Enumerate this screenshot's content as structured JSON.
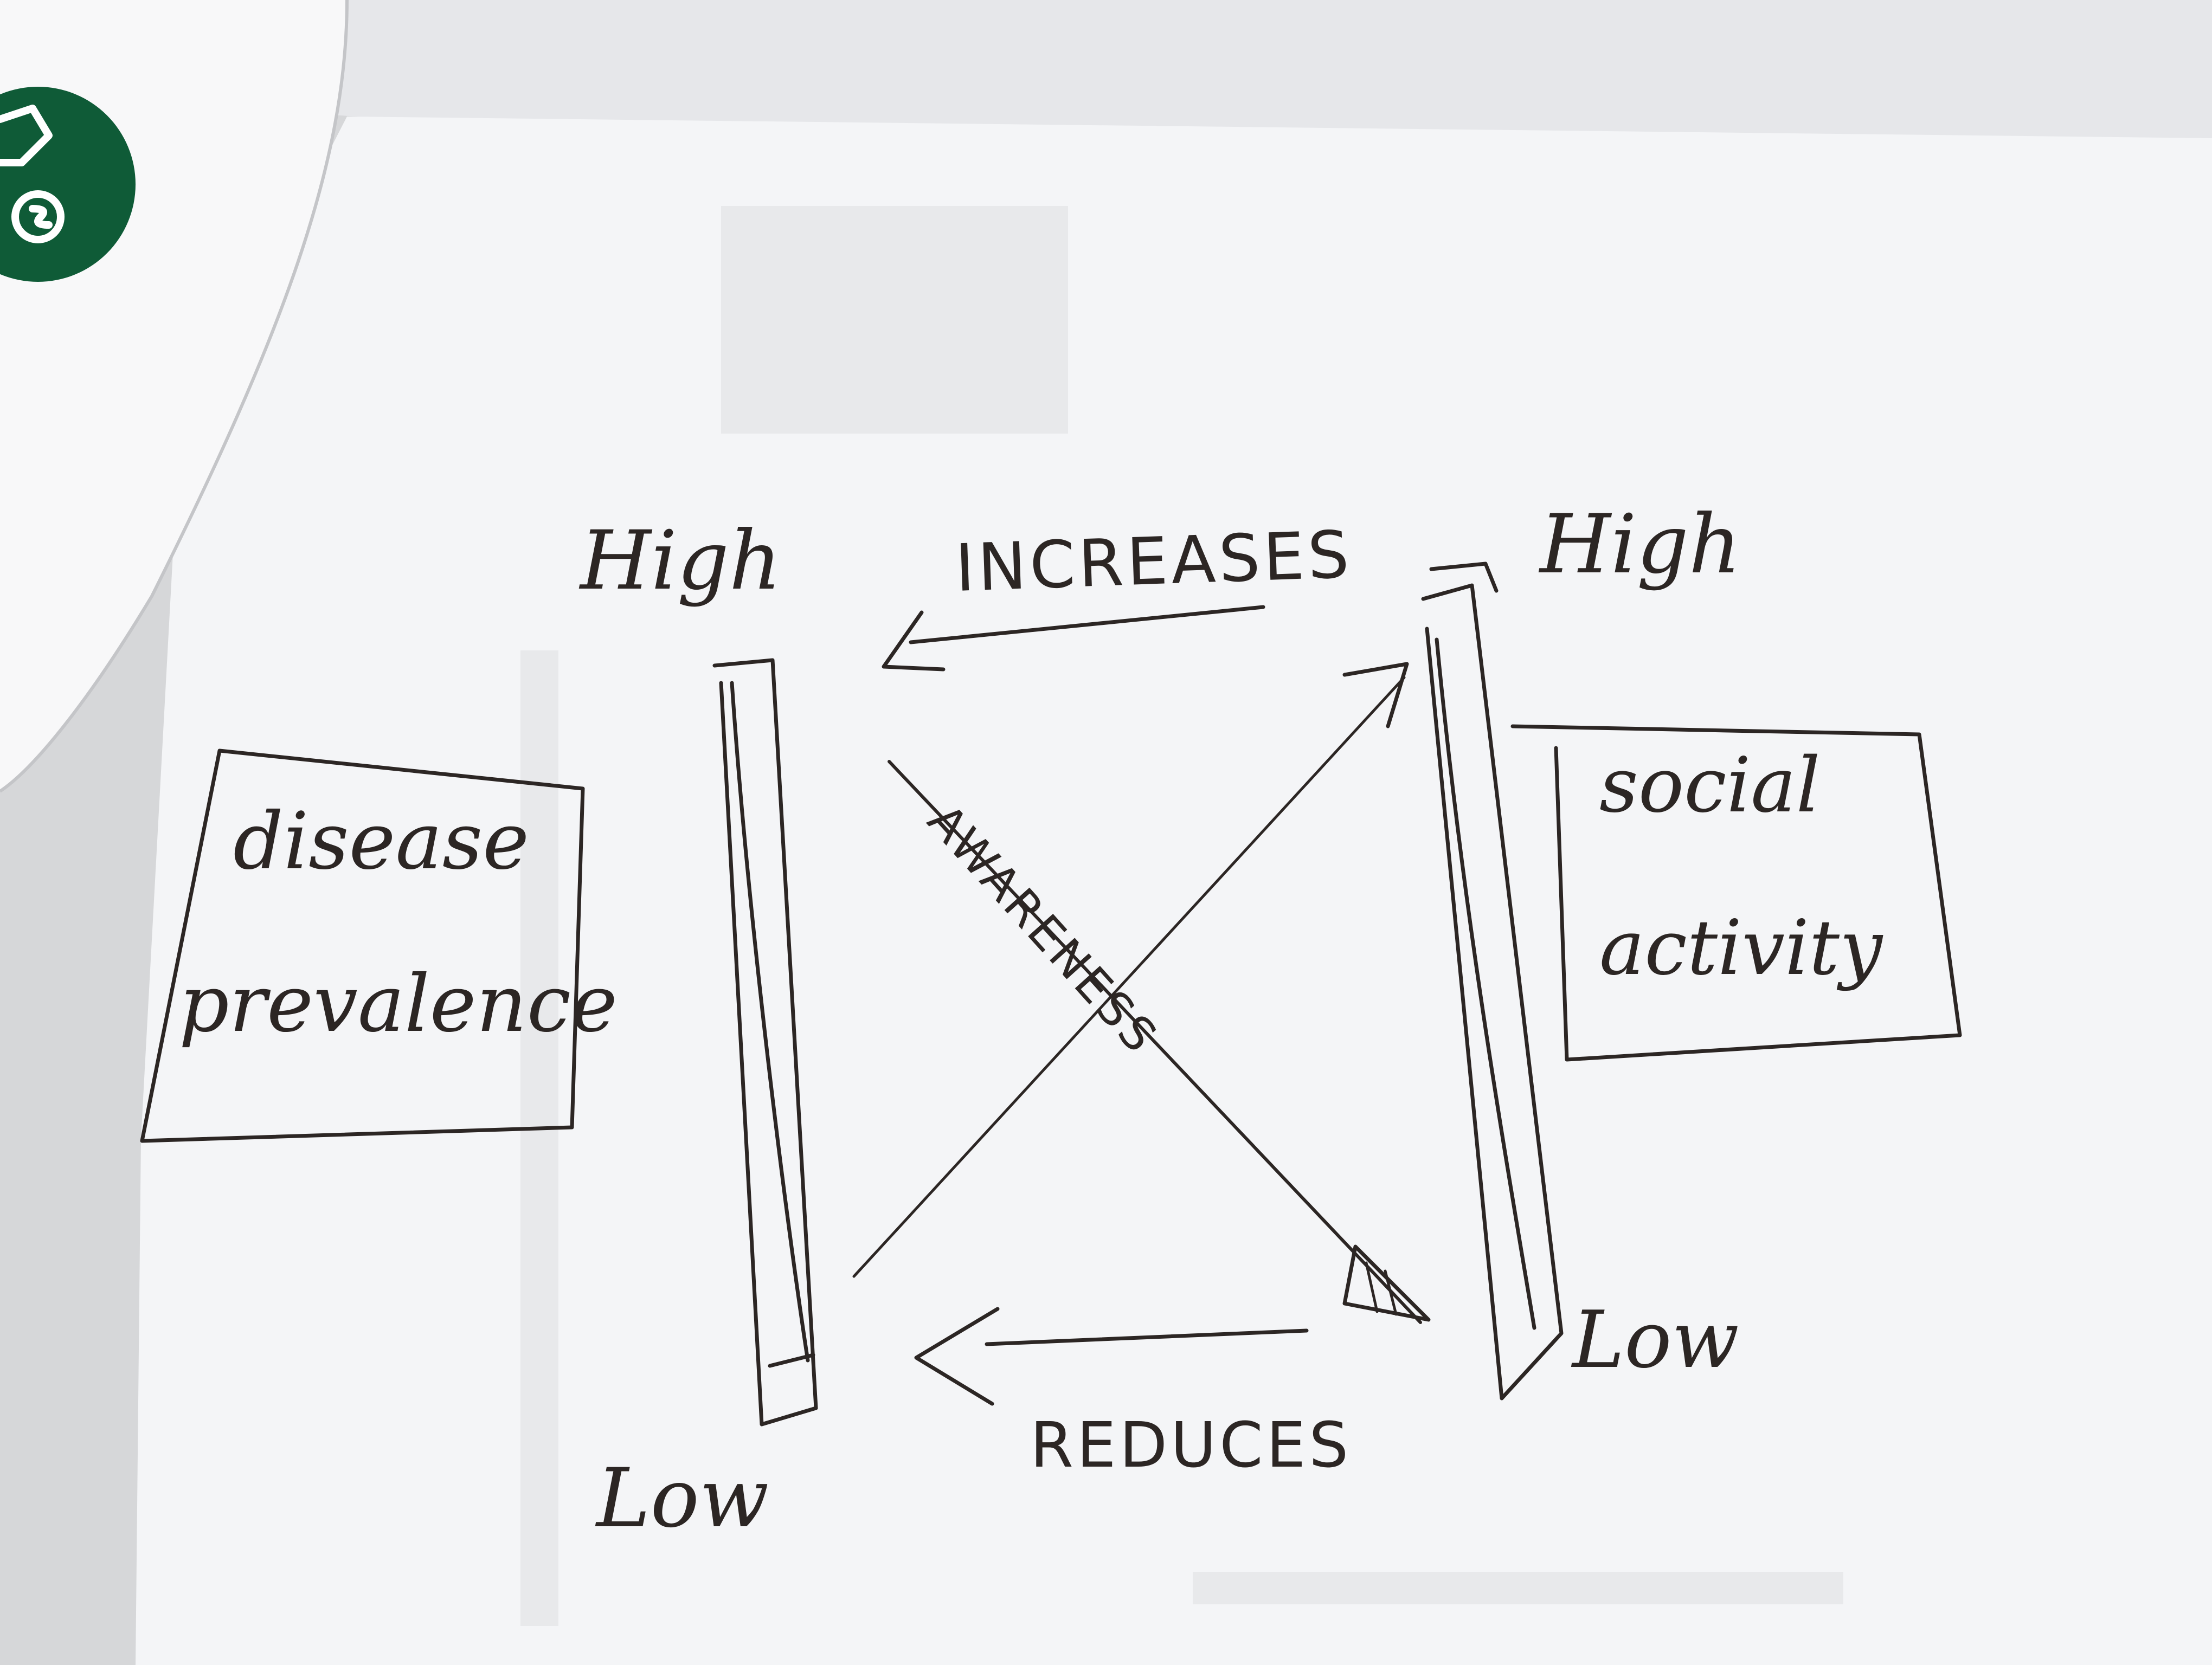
{
  "diagram": {
    "left_box": {
      "line1": "disease",
      "line2": "prevalence"
    },
    "right_box": {
      "line1": "social",
      "line2": "activity"
    },
    "left_scale": {
      "high": "High",
      "low": "Low"
    },
    "right_scale": {
      "high": "High",
      "low": "Low"
    },
    "arrows": {
      "top": "INCREASES",
      "bottom": "REDUCES",
      "diagonal": "AWARENESS"
    }
  },
  "colors": {
    "ink": "#2c2624",
    "paper": "#f4f5f7",
    "background": "#d6d7d9",
    "badge": "#0f5b37"
  },
  "icons": [
    "money-hand-icon"
  ]
}
